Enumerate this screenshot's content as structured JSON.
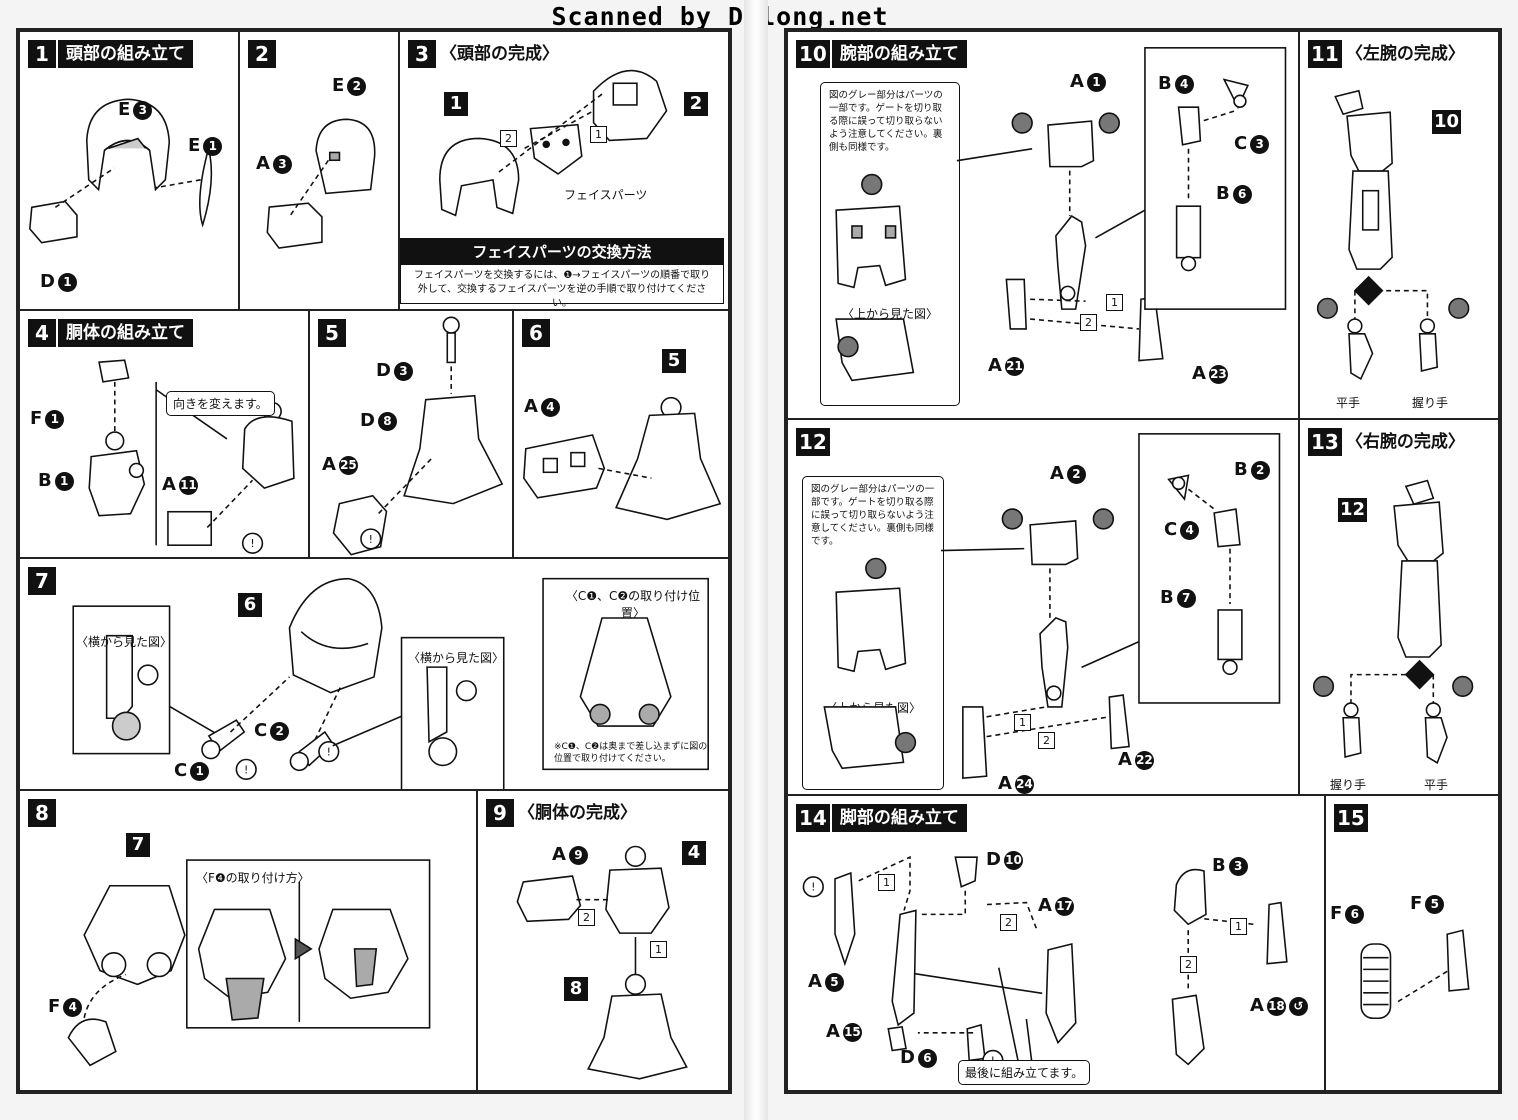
{
  "watermark": "Scanned by Dalong.net",
  "steps": {
    "s1": {
      "num": "1",
      "title": "頭部の組み立て"
    },
    "s2": {
      "num": "2"
    },
    "s3": {
      "num": "3",
      "title": "〈頭部の完成〉",
      "face_label": "フェイスパーツ",
      "exchange_title": "フェイスパーツの交換方法",
      "exchange_text": "フェイスパーツを交換するには、❶→フェイスパーツの順番で取り外して、交換するフェイスパーツを逆の手順で取り付けてください。"
    },
    "s4": {
      "num": "4",
      "title": "胴体の組み立て",
      "note": "向きを変えます。"
    },
    "s5": {
      "num": "5"
    },
    "s6": {
      "num": "6"
    },
    "s7": {
      "num": "7",
      "side_view": "〈横から見た図〉",
      "pos_title": "〈C❶、C❷の取り付け位置〉",
      "pos_note": "※C❶、C❷は奥まで差し込まずに図の位置で取り付けてください。"
    },
    "s8": {
      "num": "8",
      "f4_title": "〈F❹の取り付け方〉"
    },
    "s9": {
      "num": "9",
      "title": "〈胴体の完成〉"
    },
    "s10": {
      "num": "10",
      "title": "腕部の組み立て",
      "gray_note": "図のグレー部分はパーツの一部です。ゲートを切り取る際に誤って切り取らないよう注意してください。裏側も同様です。",
      "top_view": "〈上から見た図〉"
    },
    "s11": {
      "num": "11",
      "title": "〈左腕の完成〉",
      "flat_hand": "平手",
      "grip_hand": "握り手"
    },
    "s12": {
      "num": "12"
    },
    "s13": {
      "num": "13",
      "title": "〈右腕の完成〉"
    },
    "s14": {
      "num": "14",
      "title": "脚部の組み立て",
      "note": "最後に組み立てます。"
    },
    "s15": {
      "num": "15"
    }
  }
}
